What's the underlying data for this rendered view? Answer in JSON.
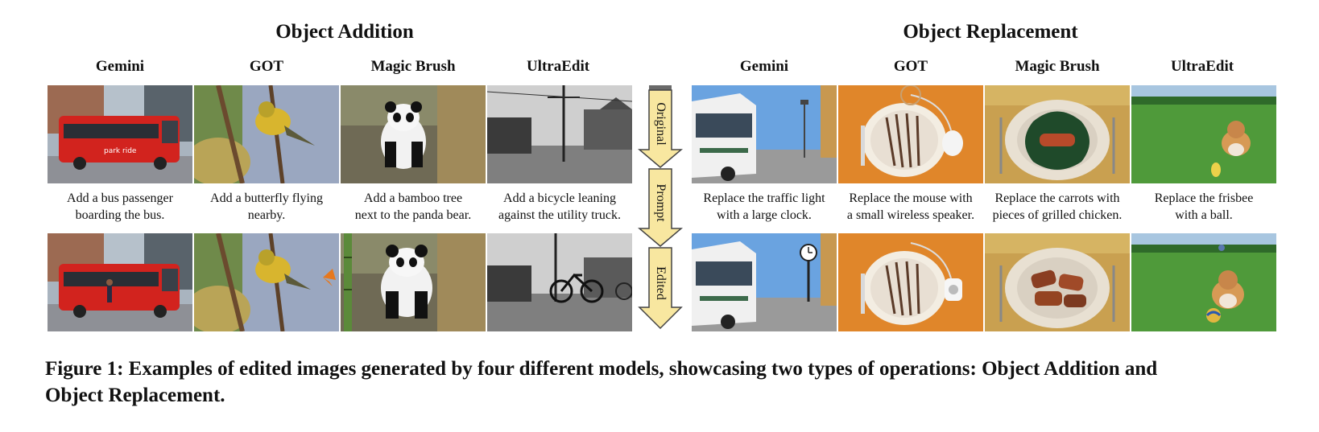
{
  "sections": {
    "addition": "Object Addition",
    "replacement": "Object Replacement"
  },
  "columns": {
    "addition": [
      "Gemini",
      "GOT",
      "Magic Brush",
      "UltraEdit"
    ],
    "replacement": [
      "Gemini",
      "GOT",
      "Magic Brush",
      "UltraEdit"
    ]
  },
  "prompts": {
    "addition": [
      [
        "Add a bus passenger",
        "boarding the bus."
      ],
      [
        "Add a butterfly flying",
        "nearby."
      ],
      [
        "Add a bamboo tree",
        "next to the panda bear."
      ],
      [
        "Add a bicycle leaning",
        "against the utility truck."
      ]
    ],
    "replacement": [
      [
        "Replace the traffic light",
        "with a large clock."
      ],
      [
        "Replace the mouse with",
        "a small wireless speaker."
      ],
      [
        "Replace the carrots with",
        "pieces of grilled chicken."
      ],
      [
        "Replace the frisbee",
        "with a ball."
      ]
    ]
  },
  "arrow_labels": {
    "original": "Original",
    "prompt": "Prompt",
    "edited": "Edited"
  },
  "caption": {
    "line1": "Figure 1: Examples of edited images generated by four different models, showcasing two types of operations: Object Addition and",
    "line2": "Object Replacement."
  },
  "colors": {
    "arrow_fill": "#f8e7a0",
    "arrow_stroke": "#444444"
  }
}
